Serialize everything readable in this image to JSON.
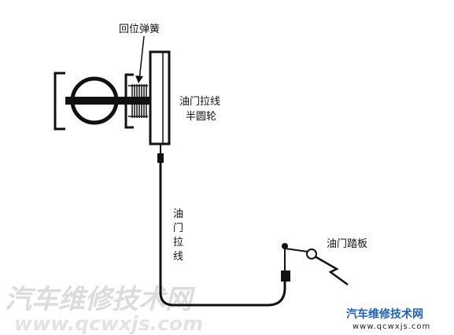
{
  "labels": {
    "return_spring": "回位弹簧",
    "throttle_cable_pulley_line1": "油门拉线",
    "throttle_cable_pulley_line2": "半圆轮",
    "throttle_cable_v": [
      "油",
      "门",
      "拉",
      "线"
    ],
    "accelerator_pedal": "油门踏板"
  },
  "watermark": {
    "site_name": "汽车维修技术网",
    "url": "www.qcwxjs.com"
  },
  "brand": {
    "site_name": "汽车维修技术网",
    "url": "www.qcwxjs.com",
    "color": "#1f5fb8"
  },
  "colors": {
    "line": "#111111",
    "watermark": "#dcdcdc"
  }
}
